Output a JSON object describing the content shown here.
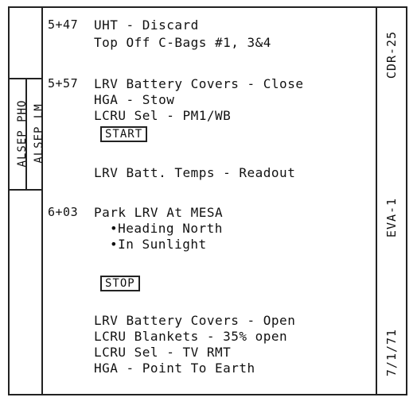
{
  "left_margin": {
    "labels": [
      "ALSEP PHO",
      "ALSEP LM"
    ]
  },
  "right_margin": {
    "top": "CDR-25",
    "middle": "EVA-1",
    "bottom": "7/1/71"
  },
  "entries": [
    {
      "time": "5+47",
      "lines": [
        "UHT - Discard",
        "Top Off C-Bags #1, 3&4"
      ]
    },
    {
      "time": "5+57",
      "lines": [
        "LRV Battery Covers - Close",
        "HGA - Stow",
        "LCRU Sel - PM1/WB"
      ],
      "boxed": "START",
      "after": [
        "LRV Batt. Temps - Readout"
      ]
    },
    {
      "time": "6+03",
      "lines": [
        "Park LRV At MESA",
        "•Heading North",
        "•In Sunlight"
      ],
      "boxed": "STOP",
      "after": [
        "LRV Battery Covers - Open",
        "LCRU Blankets - 35% open",
        "LCRU Sel - TV RMT",
        "HGA - Point To Earth"
      ]
    }
  ]
}
